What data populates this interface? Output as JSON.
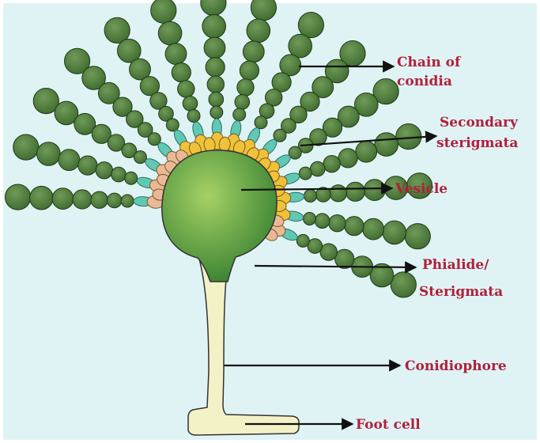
{
  "diagram": {
    "background": "#dff3f5",
    "colors": {
      "conidium": "#3f6b2f",
      "conidium_light": "#6f9a58",
      "secondary_sterigma": "#5fc9b3",
      "phialide": "#f0c239",
      "primary_phialide": "#e9b997",
      "vesicle_dark": "#2f7a2c",
      "vesicle_light": "#a6d266",
      "conidiophore": "#f3f1c6",
      "outline": "#333333",
      "label_text": "#b0203a",
      "arrow": "#111111"
    },
    "labels": [
      {
        "id": "chain-of-conidia",
        "lines": [
          "Chain of",
          "conidia"
        ]
      },
      {
        "id": "secondary-sterigmata",
        "lines": [
          "Secondary",
          "sterigmata"
        ]
      },
      {
        "id": "vesicle",
        "lines": [
          "Vesicle"
        ]
      },
      {
        "id": "phialide",
        "lines": [
          "Phialide/",
          "Sterigmata"
        ]
      },
      {
        "id": "conidiophore",
        "lines": [
          "Conidiophore"
        ]
      },
      {
        "id": "foot-cell",
        "lines": [
          "Foot cell"
        ]
      }
    ]
  }
}
